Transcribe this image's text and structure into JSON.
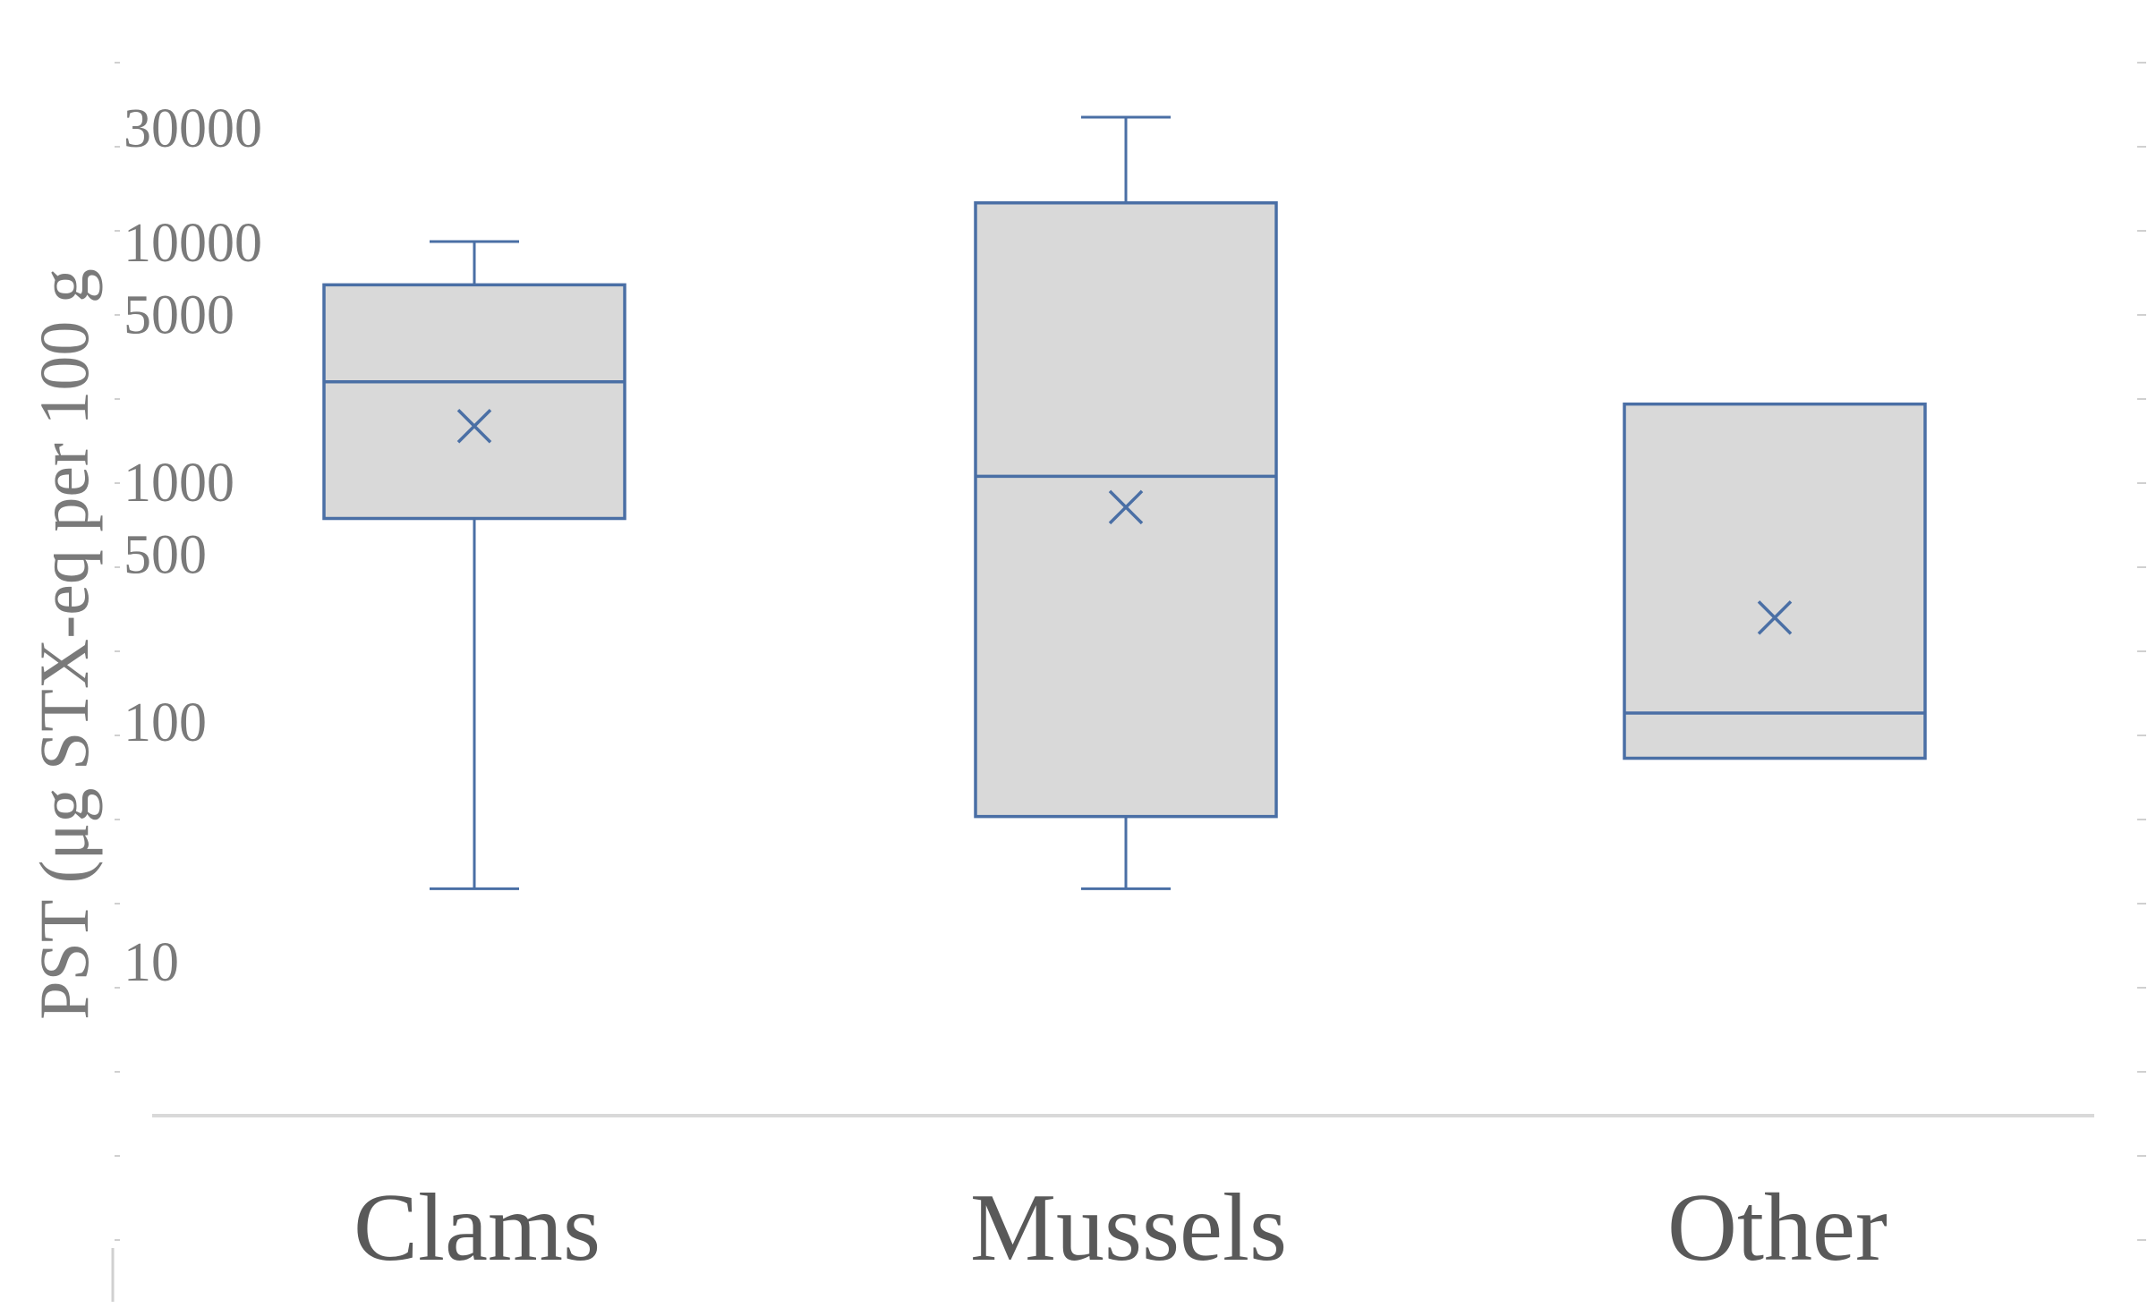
{
  "chart_data": {
    "type": "boxplot",
    "title": "",
    "xlabel": "",
    "ylabel": "PST (μg STX-eq per 100 g",
    "yscale": "log",
    "ylim": [
      2.5,
      60000
    ],
    "yticks": [
      {
        "value": 10,
        "label": "10"
      },
      {
        "value": 100,
        "label": "100"
      },
      {
        "value": 500,
        "label": "500"
      },
      {
        "value": 1000,
        "label": "1000"
      },
      {
        "value": 5000,
        "label": "5000"
      },
      {
        "value": 10000,
        "label": "10000"
      },
      {
        "value": 30000,
        "label": "30000"
      }
    ],
    "grid": false,
    "legend": "none",
    "colors": {
      "box_fill": "#d9d9d9",
      "box_stroke": "#4a6fa5",
      "baseline": "#d9d9d9",
      "tick_text": "#7a7a7a",
      "category_text": "#595959"
    },
    "categories": [
      "Clams",
      "Mussels",
      "Other"
    ],
    "series": [
      {
        "category": "Clams",
        "whisker_low": 20,
        "q1": 700,
        "median": 2600,
        "q3": 6600,
        "whisker_high": 10000,
        "mean": 1700
      },
      {
        "category": "Mussels",
        "whisker_low": 20,
        "q1": 40,
        "median": 1050,
        "q3": 14500,
        "whisker_high": 33000,
        "mean": 780
      },
      {
        "category": "Other",
        "q1": 70,
        "median": 108,
        "q3": 2100,
        "mean": 270
      }
    ]
  }
}
